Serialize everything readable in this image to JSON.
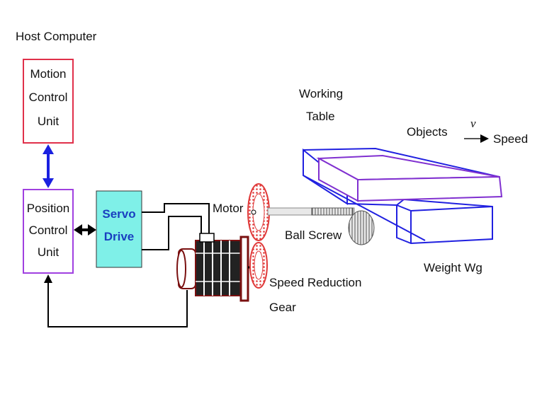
{
  "host_computer_label": "Host Computer",
  "motion_control_unit": [
    "Motion",
    "Control",
    "Unit"
  ],
  "position_control_unit": [
    "Position",
    "Control",
    "Unit"
  ],
  "servo_drive": [
    "Servo",
    "Drive"
  ],
  "motor_label": "Motor",
  "ball_screw_label": "Ball Screw",
  "speed_reduction_gear": [
    "Speed Reduction",
    "Gear"
  ],
  "working_table": [
    "Working",
    "Table"
  ],
  "objects_label": "Objects",
  "velocity_symbol": "v",
  "speed_label": "Speed",
  "weight_label": "Weight  Wg",
  "colors": {
    "motion_box": "#e0304a",
    "position_box": "#a040e0",
    "servo_fill": "#7ff0e8",
    "table_stroke": "#2020e0",
    "objects_stroke": "#8030d0",
    "weight_stroke": "#2020e0",
    "arrow_blue": "#1a20e0",
    "gear_red": "#e03a3a",
    "motor_dark": "#7a1010"
  }
}
